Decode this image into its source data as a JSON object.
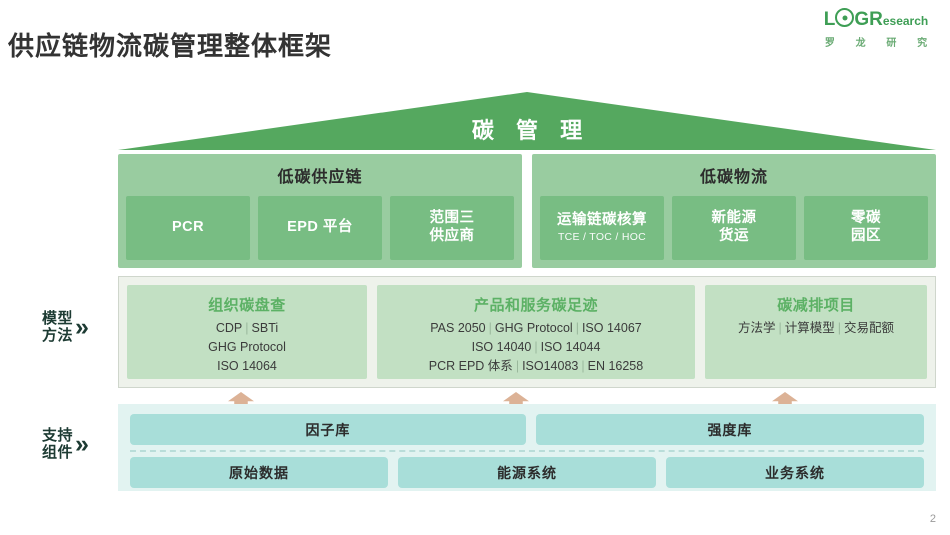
{
  "header": {
    "title": "供应链物流碳管理整体框架",
    "logo": {
      "prefix": "L",
      "o_icon": "target-o-icon",
      "middle": "GR",
      "suffix": "esearch",
      "subtitle": "罗 龙 研 究"
    }
  },
  "roof": {
    "label": "碳 管 理"
  },
  "pillars": [
    {
      "title": "低碳供应链",
      "boxes": [
        {
          "main": "PCR",
          "sub": ""
        },
        {
          "main": "EPD 平台",
          "sub": ""
        },
        {
          "main": "范围三\n供应商",
          "sub": ""
        }
      ]
    },
    {
      "title": "低碳物流",
      "boxes": [
        {
          "main": "运输链碳核算",
          "sub": "TCE / TOC / HOC"
        },
        {
          "main": "新能源\n货运",
          "sub": ""
        },
        {
          "main": "零碳\n园区",
          "sub": ""
        }
      ]
    }
  ],
  "model_row": {
    "side_label": {
      "line1": "模型",
      "line2": "方法",
      "chevron": "»"
    },
    "boxes": [
      {
        "title": "组织碳盘查",
        "lines": [
          "CDP | SBTi",
          "GHG Protocol",
          "ISO 14064"
        ]
      },
      {
        "title": "产品和服务碳足迹",
        "lines": [
          "PAS 2050 | GHG Protocol | ISO 14067",
          "ISO 14040 | ISO 14044",
          "PCR EPD 体系 | ISO14083 | EN 16258"
        ]
      },
      {
        "title": "碳减排项目",
        "lines": [
          "方法学 | 计算模型 | 交易配额"
        ]
      }
    ]
  },
  "support_row": {
    "side_label": {
      "line1": "支持",
      "line2": "组件",
      "chevron": "»"
    },
    "top": [
      {
        "label": "因子库"
      },
      {
        "label": "强度库"
      }
    ],
    "bottom": [
      {
        "label": "原始数据"
      },
      {
        "label": "能源系统"
      },
      {
        "label": "业务系统"
      }
    ]
  },
  "footer": {
    "page_number": "2"
  },
  "colors": {
    "roof_green": "#55a85f",
    "pillar_green": "#99cca0",
    "pillar_box_green": "#78bd83",
    "model_bg": "#eef2eb",
    "model_box_green": "#c2e0c3",
    "model_title_green": "#5cb165",
    "support_bg": "#e2f3f1",
    "support_box_teal": "#a8ded9",
    "arrow_tan": "#dcb296",
    "logo_green": "#3e9e55"
  }
}
